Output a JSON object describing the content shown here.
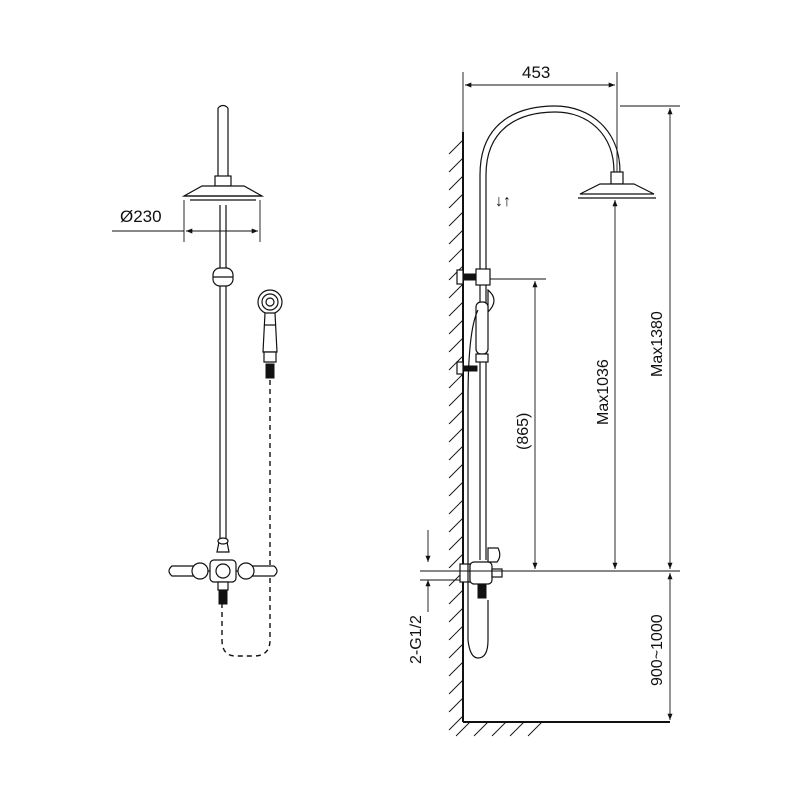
{
  "front_view": {
    "head_diameter": "Ø230"
  },
  "side_view": {
    "arm_reach": "453",
    "max_head_height": "Max1036",
    "max_total_height": "Max1380",
    "bracket_spacing": "(865)",
    "mount_height": "900~1000",
    "inlet_connection": "2-G1/2",
    "adjust_arrows": "↓↑"
  }
}
